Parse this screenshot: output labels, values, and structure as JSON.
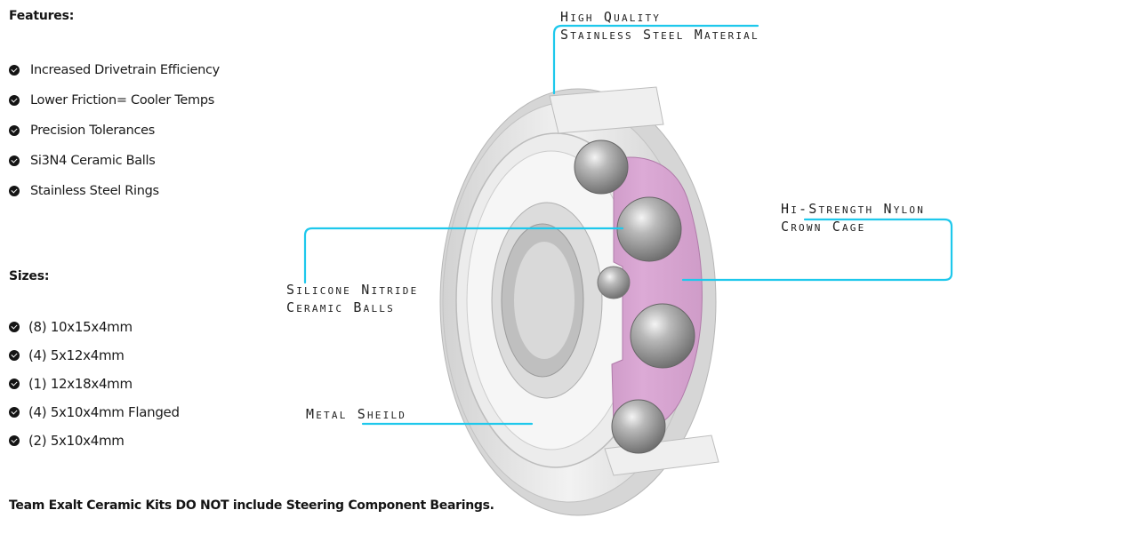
{
  "features": {
    "heading": "Features:",
    "items": [
      "Increased Drivetrain Efficiency",
      "Lower Friction= Cooler Temps",
      "Precision Tolerances",
      "Si3N4 Ceramic Balls",
      "Stainless Steel Rings"
    ]
  },
  "sizes": {
    "heading": "Sizes:",
    "items": [
      "(8) 10x15x4mm",
      "(4) 5x12x4mm",
      "(1) 12x18x4mm",
      "(4) 5x10x4mm Flanged",
      "(2) 5x10x4mm"
    ]
  },
  "note": "Team Exalt Ceramic Kits DO NOT include Steering Component Bearings.",
  "callouts": {
    "steel": {
      "line1": "High Quality",
      "line2": "Stainless Steel Material"
    },
    "cage": {
      "line1": "Hi-Strength Nylon",
      "line2": "Crown Cage"
    },
    "balls": {
      "line1": "Silicone Nitride",
      "line2": "Ceramic Balls"
    },
    "shield": {
      "line1": "Metal Sheild"
    }
  },
  "colors": {
    "leader": "#1ec8ec",
    "cage": "#d7a3cf",
    "steel": "#e3e3e3",
    "ball": "#8f8f8f"
  }
}
